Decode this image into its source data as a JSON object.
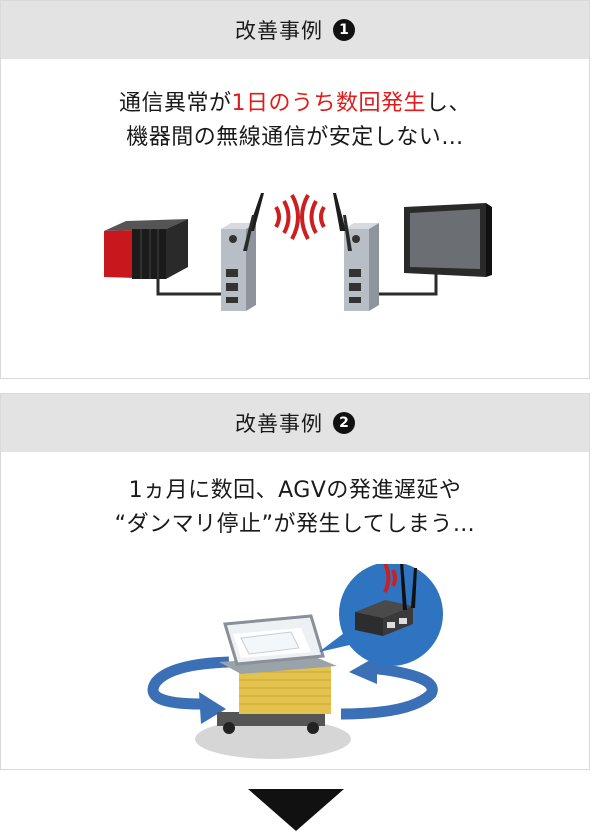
{
  "case1": {
    "title": "改善事例",
    "badge": "1",
    "line1_pre": "通信異常が",
    "line1_red": "1日のうち数回発生",
    "line1_post": "し、",
    "line2": "機器間の無線通信が安定しない…"
  },
  "case2": {
    "title": "改善事例",
    "badge": "2",
    "line1": "1ヵ月に数回、AGVの発進遅延や",
    "line2": "“ダンマリ停止”が発生してしまう…"
  },
  "colors": {
    "header_bg": "#e3e3e3",
    "highlight": "#e01b1b",
    "signal": "#cc1f1f",
    "rotation_arrow": "#3b6fb6"
  }
}
